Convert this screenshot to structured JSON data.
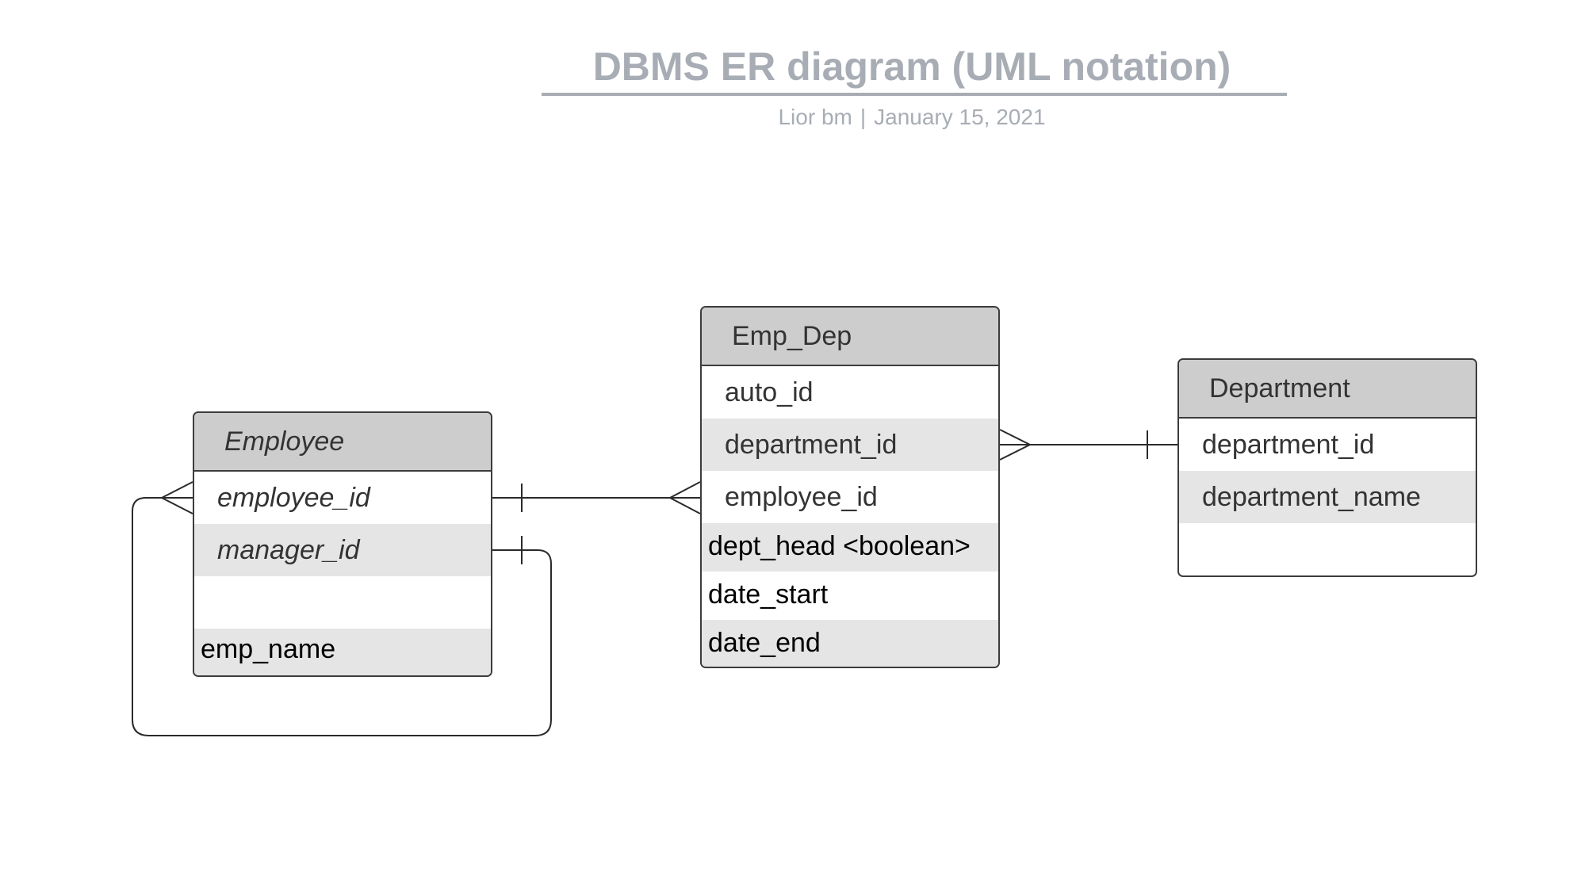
{
  "header": {
    "title": "DBMS ER diagram (UML notation)",
    "author": "Lior bm",
    "separator": "|",
    "date": "January 15, 2021"
  },
  "entities": {
    "employee": {
      "name": "Employee",
      "fields": [
        "employee_id",
        "manager_id",
        "",
        "emp_name"
      ]
    },
    "emp_dep": {
      "name": "Emp_Dep",
      "fields": [
        "auto_id",
        "department_id",
        "employee_id",
        "dept_head <boolean>",
        "date_start",
        "date_end"
      ]
    },
    "department": {
      "name": "Department",
      "fields": [
        "department_id",
        "department_name",
        ""
      ]
    }
  },
  "colors": {
    "title": "#a8adb5",
    "header_fill": "#cdcdcd",
    "alt_row_fill": "#e5e5e5",
    "border": "#3c3c3c"
  }
}
